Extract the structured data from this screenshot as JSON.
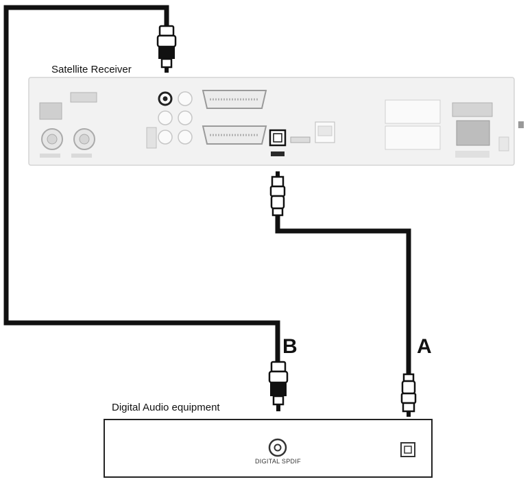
{
  "labels": {
    "receiver": "Satellite Receiver",
    "equipment": "Digital Audio equipment",
    "spdif": "DIGITAL SPDIF",
    "cable_a": "A",
    "cable_b": "B"
  },
  "colors": {
    "cable": "#111111",
    "panel_bg": "#efefef",
    "panel_stroke": "#bdbdbd",
    "box_stroke": "#222222"
  }
}
